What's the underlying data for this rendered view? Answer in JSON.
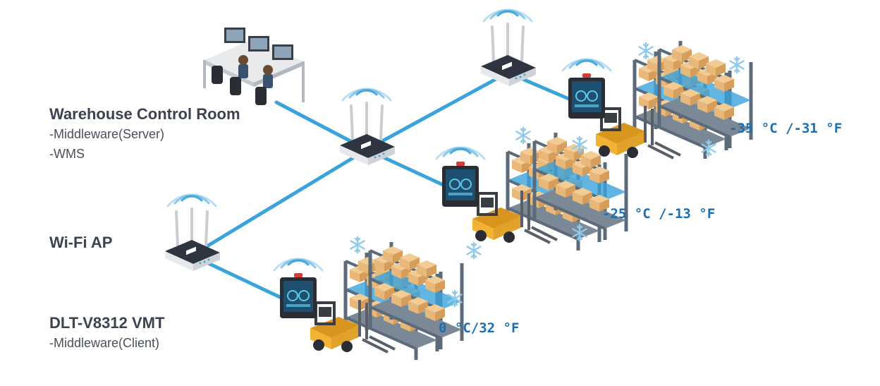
{
  "labels": {
    "control_room": {
      "title": "Warehouse Control Room",
      "lines": [
        "-Middleware(Server)",
        "-WMS"
      ]
    },
    "wifi_ap": {
      "title": "Wi-Fi AP"
    },
    "vmt": {
      "title": "DLT-V8312 VMT",
      "lines": [
        "-Middleware(Client)"
      ]
    }
  },
  "temperatures": {
    "zone_top": "-35 °C /-31 °F",
    "zone_middle": "-25 °C /-13 °F",
    "zone_bottom": "0 °C/32 °F"
  },
  "colors": {
    "link": "#3aa3dc",
    "wifi_wave": "#3aa3dc",
    "text": "#3d4250",
    "temperature": "#1a6fb3",
    "box": "#e8b77a",
    "rack": "#5c6b7a",
    "forklift": "#f2b233",
    "snowflake": "#8fc9ec"
  }
}
